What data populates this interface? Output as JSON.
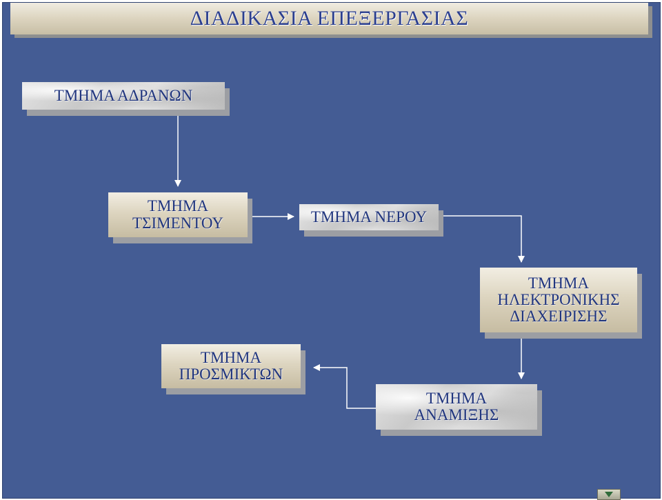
{
  "title": "ΔΙΑΔΙΚΑΣΙΑ ΕΠΕΞΕΡΓΑΣΙΑΣ",
  "nodes": {
    "adranon": {
      "lines": [
        "ΤΜΗΜΑ  ΑΔΡΑΝΩΝ"
      ]
    },
    "tsimentou": {
      "lines": [
        "ΤΜΗΜΑ",
        "ΤΣΙΜΕΝΤΟΥ"
      ]
    },
    "nerou": {
      "lines": [
        "ΤΜΗΜΑ  ΝΕΡΟΥ"
      ]
    },
    "ilektronikis": {
      "lines": [
        "ΤΜΗΜΑ",
        "ΗΛΕΚΤΡΟΝΙΚΗΣ",
        "ΔΙΑΧΕΙΡΙΣΗΣ"
      ]
    },
    "prosmikton": {
      "lines": [
        "ΤΜΗΜΑ",
        "ΠΡΟΣΜΙΚΤΩΝ"
      ]
    },
    "anamixis": {
      "lines": [
        "ΤΜΗΜΑ",
        "ΑΝΑΜΙΞΗΣ"
      ]
    }
  },
  "colors": {
    "background": "#445c94",
    "text": "#20357e",
    "arrow": "#ffffff"
  },
  "nav_icon": "next-slide-icon"
}
